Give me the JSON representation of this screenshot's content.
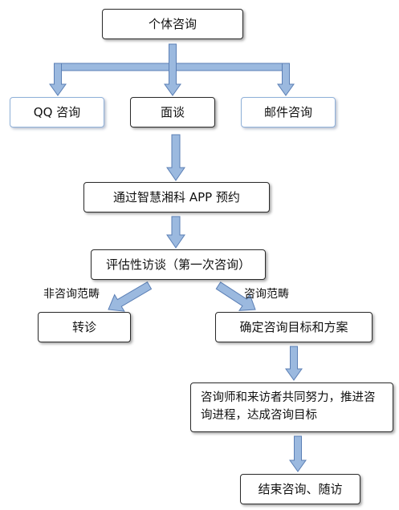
{
  "diagram": {
    "nodes": {
      "root": "个体咨询",
      "qq": "QQ 咨询",
      "interview": "面谈",
      "email": "邮件咨询",
      "booking": "通过智慧湘科 APP 预约",
      "assessment": "评估性访谈（第一次咨询）",
      "referral": "转诊",
      "plan": "确定咨询目标和方案",
      "process": "咨询师和来访者共同努力，推进咨询进程，达成咨询目标",
      "end": "结束咨询、随访"
    },
    "edge_labels": {
      "non_scope": "非咨询范畴",
      "scope": "咨询范畴"
    }
  },
  "colors": {
    "arrow_fill": "#9bb9df",
    "arrow_stroke": "#5b7fb5",
    "box_border": "#2a2a2a",
    "box_border_blue": "#8fb0d8"
  }
}
